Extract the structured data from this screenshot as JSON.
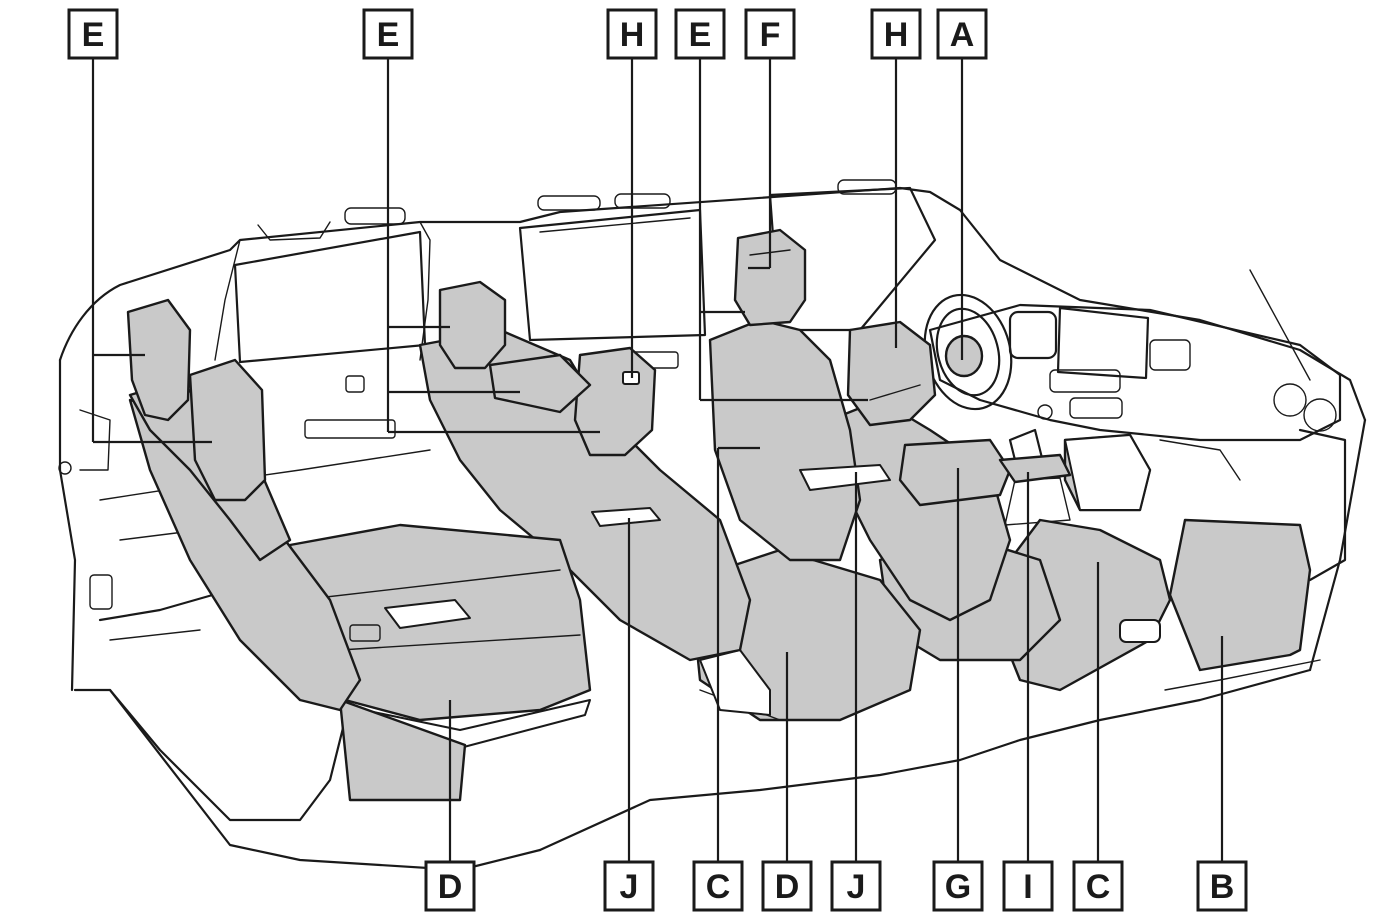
{
  "callouts": {
    "top_e1": "E",
    "top_e2": "E",
    "top_h1": "H",
    "top_e3": "E",
    "top_f": "F",
    "top_h2": "H",
    "top_a": "A",
    "bottom_d1": "D",
    "bottom_j1": "J",
    "bottom_c1": "C",
    "bottom_d2": "D",
    "bottom_j2": "J",
    "bottom_g": "G",
    "bottom_i": "I",
    "bottom_c2": "C",
    "bottom_b": "B"
  },
  "colors": {
    "shade": "#c9c9c9",
    "line": "#1a1a1a",
    "background": "#ffffff"
  }
}
